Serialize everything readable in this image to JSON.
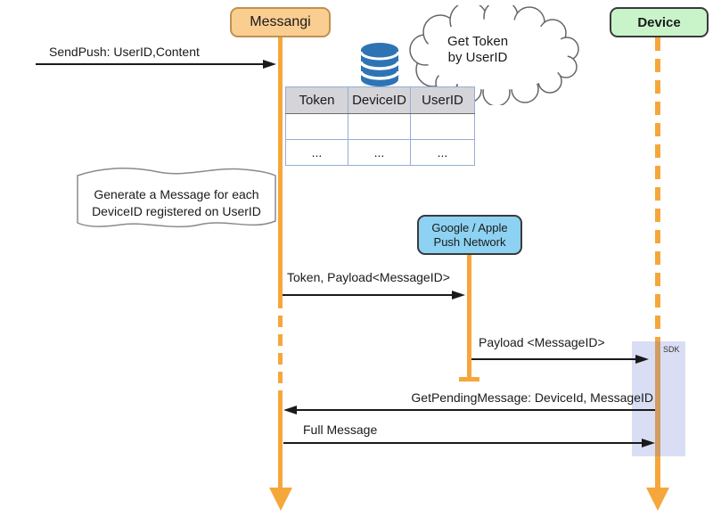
{
  "actors": {
    "messangi": {
      "label": "Messangi"
    },
    "device": {
      "label": "Device"
    },
    "push_network": {
      "line1": "Google / Apple",
      "line2": "Push Network"
    }
  },
  "cloud_note": {
    "line1": "Get Token",
    "line2": "by UserID"
  },
  "note": {
    "line1": "Generate a Message for each",
    "line2": "DeviceID registered on UserID"
  },
  "activation": {
    "sdk_label": "SDK"
  },
  "registry_table": {
    "headers": [
      "Token",
      "DeviceID",
      "UserID"
    ],
    "rows": [
      [
        "",
        "",
        ""
      ],
      [
        "...",
        "...",
        "..."
      ]
    ]
  },
  "messages": {
    "send_push": "SendPush: UserID,Content",
    "token_payload": "Token, Payload<MessageID>",
    "payload": "Payload <MessageID>",
    "get_pending_message": "GetPendingMessage: DeviceId, MessageID",
    "full_message": "Full Message"
  },
  "colors": {
    "lifeline_orange": "#F5A73B",
    "messangi_fill": "#FACD91",
    "messangi_border": "#C0914E",
    "device_fill": "#C9F4CA",
    "push_network_fill": "#8DD2F2",
    "sdk_fill": "#D9DEF5",
    "database_blue": "#2E74B5",
    "arrow_black": "#1A1A1A",
    "table_header_fill": "#D4D4D9",
    "table_border": "#94AED6"
  }
}
